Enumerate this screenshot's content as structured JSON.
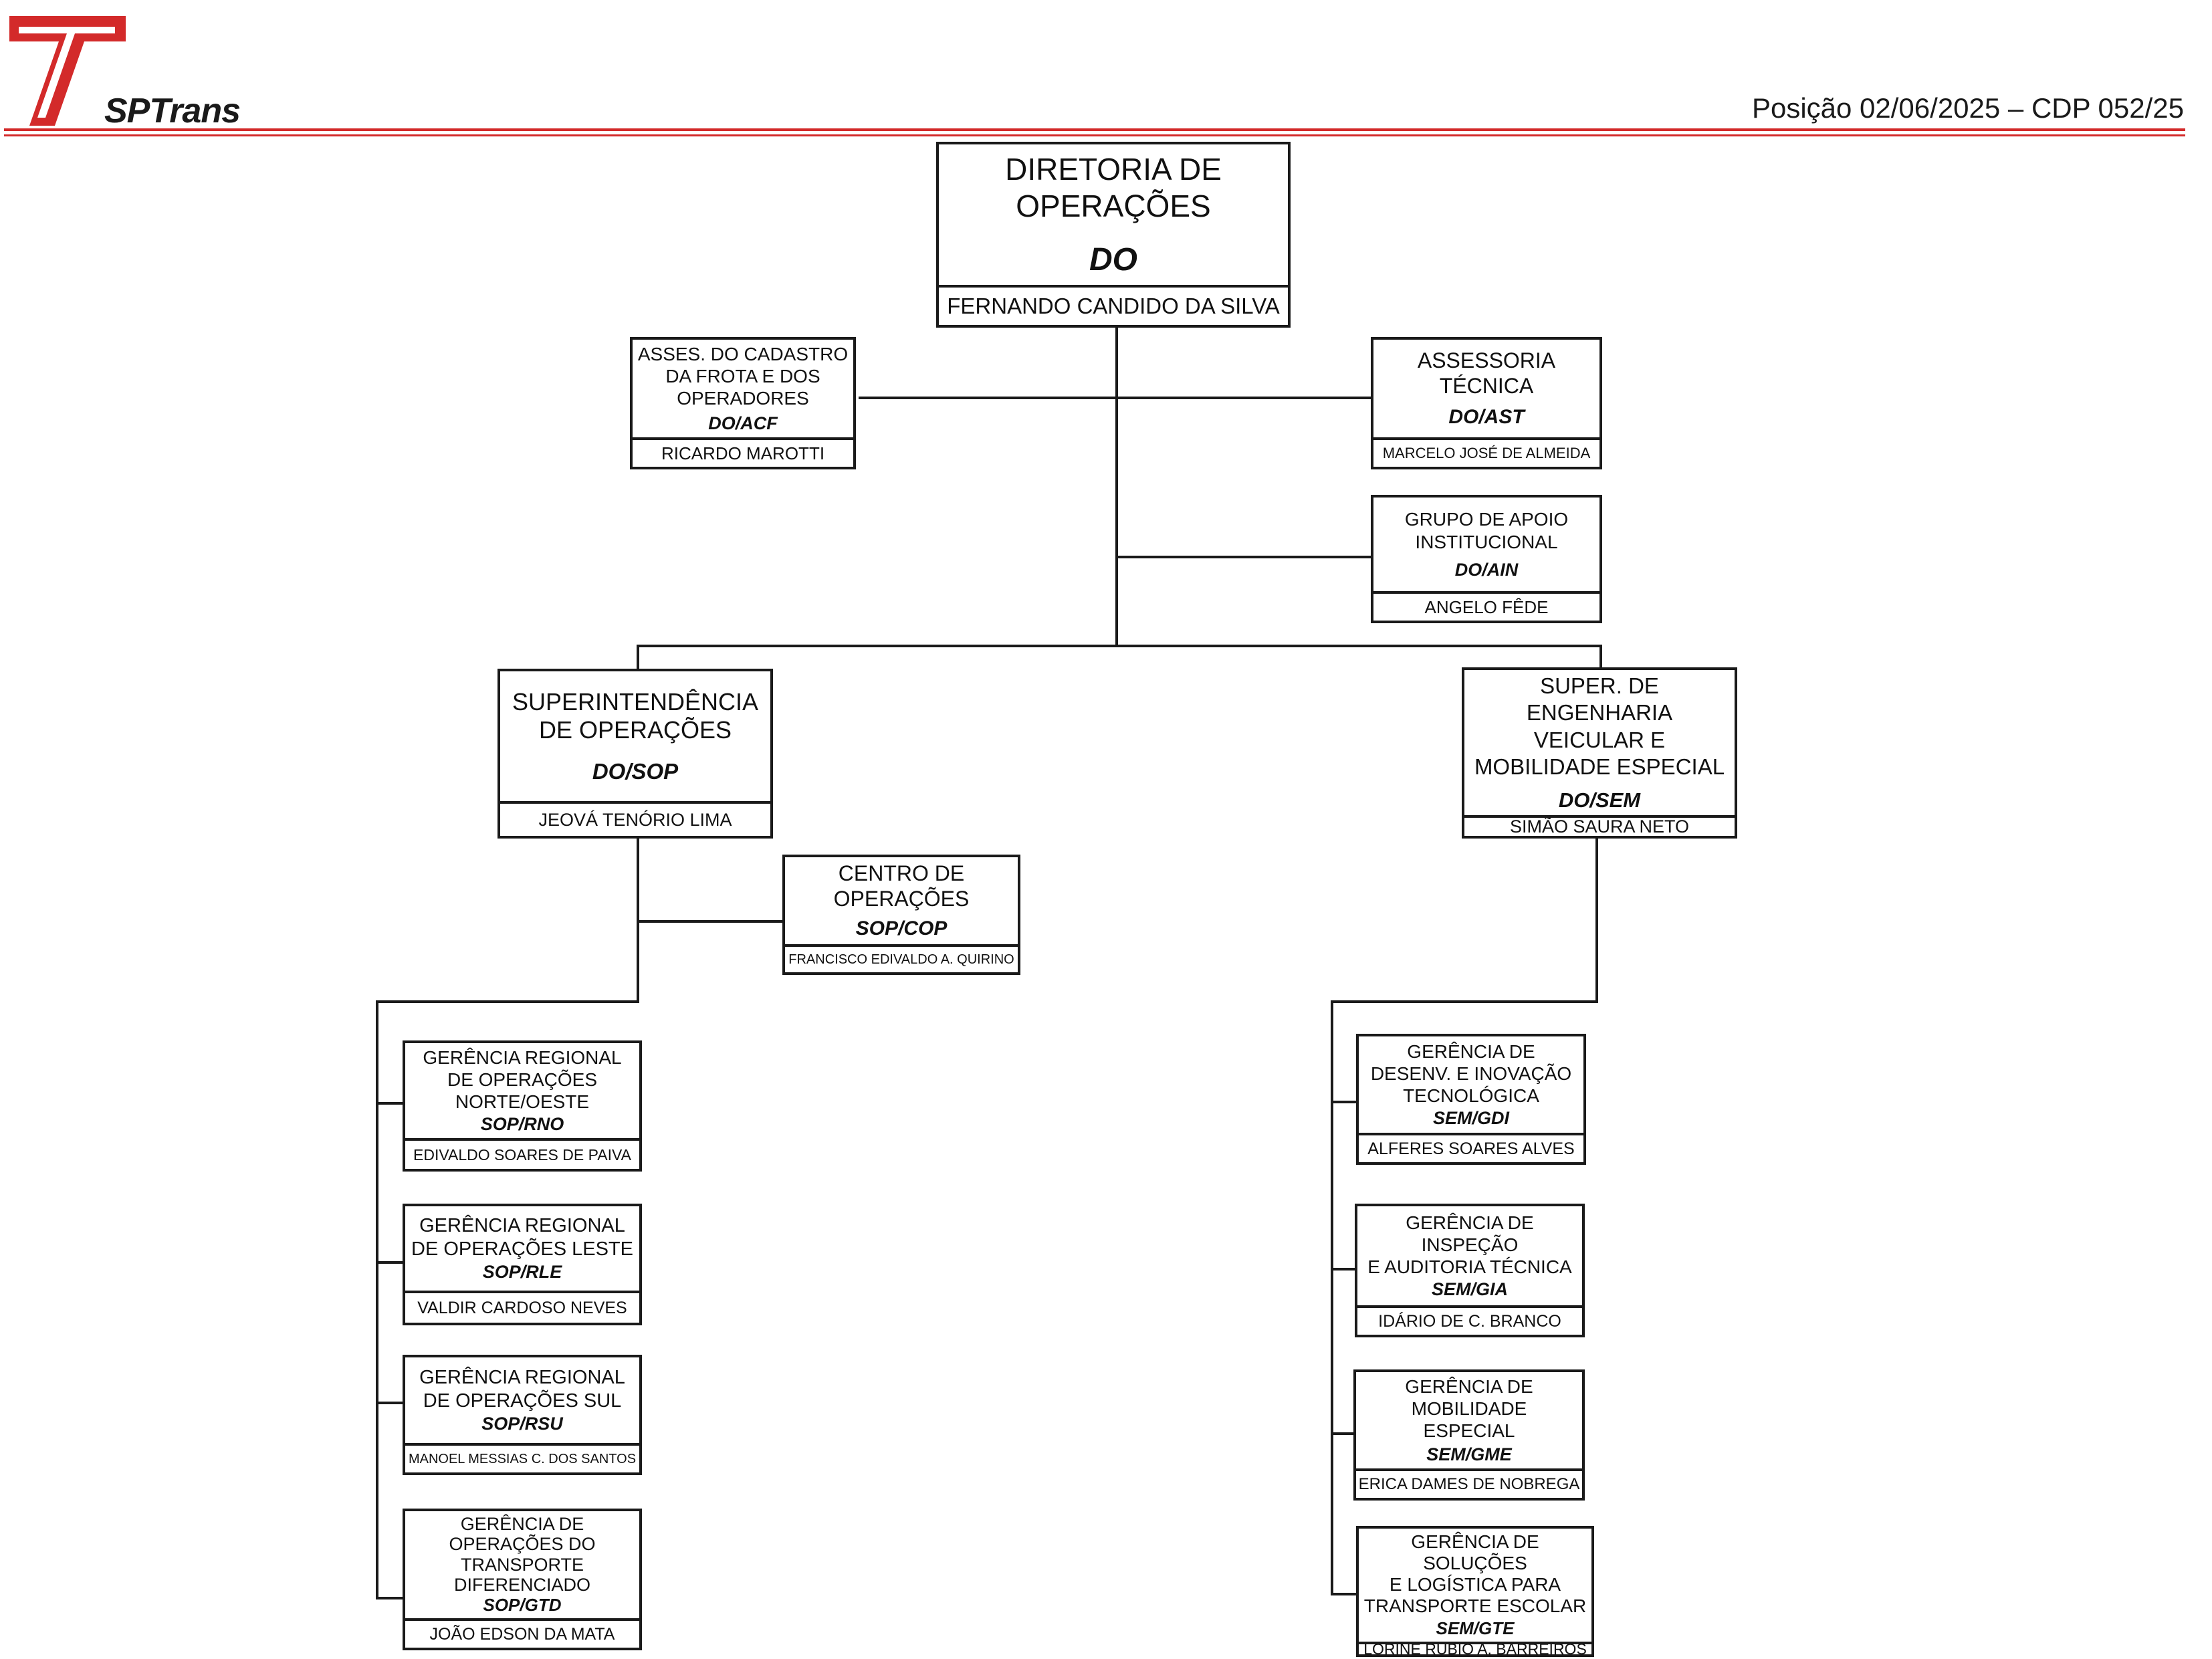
{
  "header": {
    "brand": "SPTrans",
    "position_text": "Posição 02/06/2025 – CDP 052/25",
    "accent_color": "#d32a2a"
  },
  "org": {
    "do": {
      "unit": "DIRETORIA DE\nOPERAÇÕES",
      "code": "DO",
      "head": "FERNANDO CANDIDO DA SILVA"
    },
    "acf": {
      "unit": "ASSES. DO  CADASTRO\nDA FROTA E DOS\nOPERADORES",
      "code": "DO/ACF",
      "head": "RICARDO MAROTTI"
    },
    "ast": {
      "unit": "ASSESSORIA\nTÉCNICA",
      "code": "DO/AST",
      "head": "MARCELO JOSÉ DE ALMEIDA"
    },
    "ain": {
      "unit": "GRUPO DE APOIO\nINSTITUCIONAL",
      "code": "DO/AIN",
      "head": "ANGELO FÊDE"
    },
    "sop": {
      "unit": "SUPERINTENDÊNCIA\nDE OPERAÇÕES",
      "code": "DO/SOP",
      "head": "JEOVÁ TENÓRIO LIMA"
    },
    "sem": {
      "unit": "SUPER. DE ENGENHARIA\nVEICULAR  E\nMOBILIDADE ESPECIAL",
      "code": "DO/SEM",
      "head": "SIMÃO SAURA NETO"
    },
    "cop": {
      "unit": "CENTRO DE\nOPERAÇÕES",
      "code": "SOP/COP",
      "head": "FRANCISCO EDIVALDO A. QUIRINO"
    },
    "rno": {
      "unit": "GERÊNCIA  REGIONAL\nDE OPERAÇÕES\nNORTE/OESTE",
      "code": "SOP/RNO",
      "head": "EDIVALDO SOARES DE PAIVA"
    },
    "rle": {
      "unit": "GERÊNCIA REGIONAL\nDE OPERAÇÕES LESTE",
      "code": "SOP/RLE",
      "head": "VALDIR CARDOSO NEVES"
    },
    "rsu": {
      "unit": "GERÊNCIA REGIONAL\nDE OPERAÇÕES SUL",
      "code": "SOP/RSU",
      "head": "MANOEL MESSIAS C. DOS SANTOS"
    },
    "gtd": {
      "unit": "GERÊNCIA DE\nOPERAÇÕES DO\nTRANSPORTE\nDIFERENCIADO",
      "code": "SOP/GTD",
      "head": "JOÃO EDSON DA MATA"
    },
    "gdi": {
      "unit": "GERÊNCIA DE\nDESENV. E INOVAÇÃO\nTECNOLÓGICA",
      "code": "SEM/GDI",
      "head": "ALFERES SOARES ALVES"
    },
    "gia": {
      "unit": "GERÊNCIA DE\nINSPEÇÃO\nE AUDITORIA TÉCNICA",
      "code": "SEM/GIA",
      "head": "IDÁRIO DE C. BRANCO"
    },
    "gme": {
      "unit": "GERÊNCIA DE\nMOBILIDADE\nESPECIAL",
      "code": "SEM/GME",
      "head": "ERICA DAMES DE NOBREGA"
    },
    "gte": {
      "unit": "GERÊNCIA DE SOLUÇÕES\nE  LOGÍSTICA PARA\nTRANSPORTE ESCOLAR",
      "code": "SEM/GTE",
      "head": "LORINE RUBIO A. BARREIROS"
    }
  }
}
